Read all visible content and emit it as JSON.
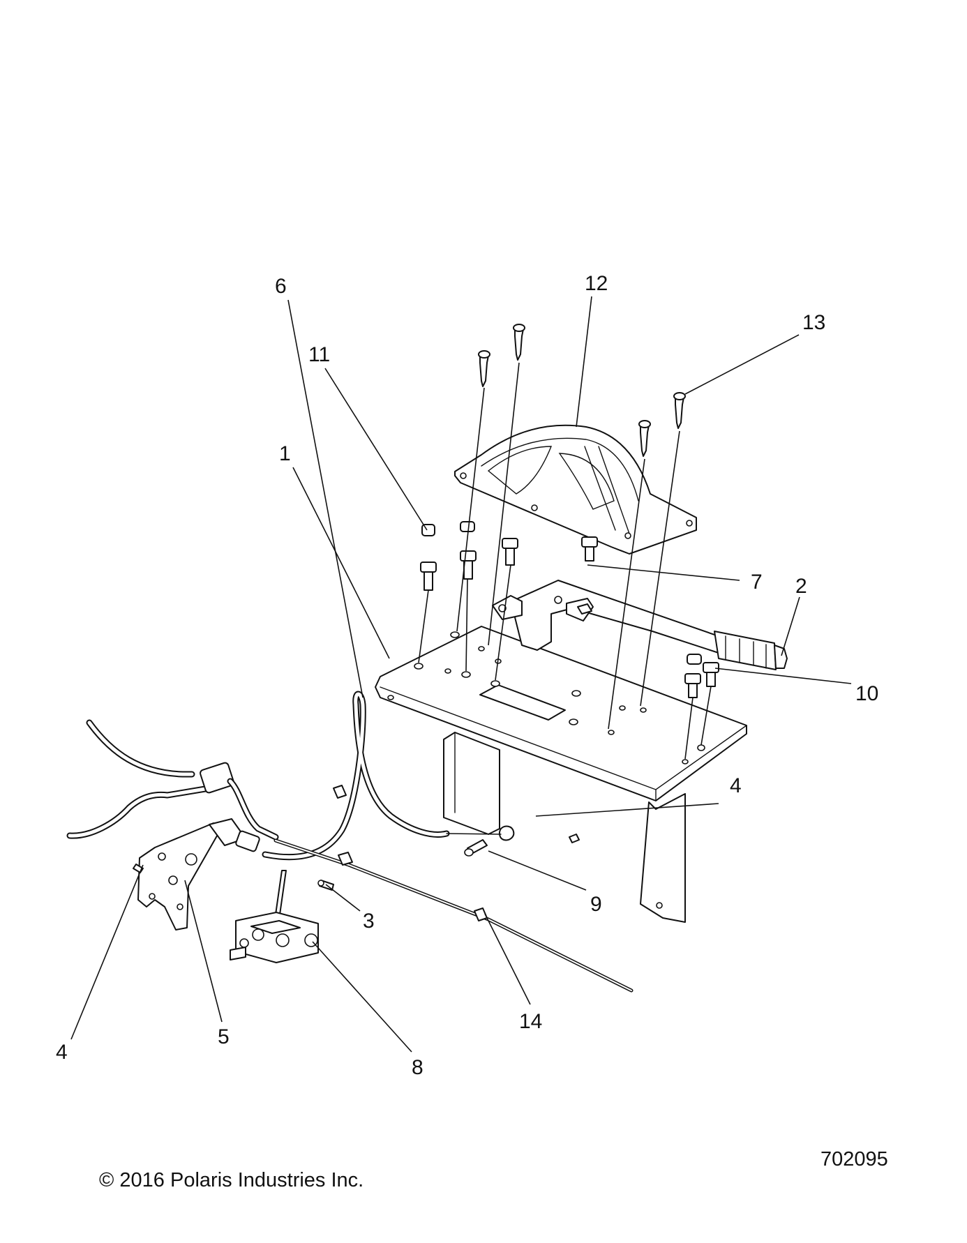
{
  "callouts": [
    {
      "number": "1"
    },
    {
      "number": "2"
    },
    {
      "number": "3"
    },
    {
      "number": "4"
    },
    {
      "number": "4"
    },
    {
      "number": "5"
    },
    {
      "number": "6"
    },
    {
      "number": "7"
    },
    {
      "number": "8"
    },
    {
      "number": "9"
    },
    {
      "number": "10"
    },
    {
      "number": "11"
    },
    {
      "number": "12"
    },
    {
      "number": "13"
    },
    {
      "number": "14"
    }
  ],
  "footer": {
    "copyright": "© 2016 Polaris Industries Inc.",
    "drawing_number": "702095"
  }
}
